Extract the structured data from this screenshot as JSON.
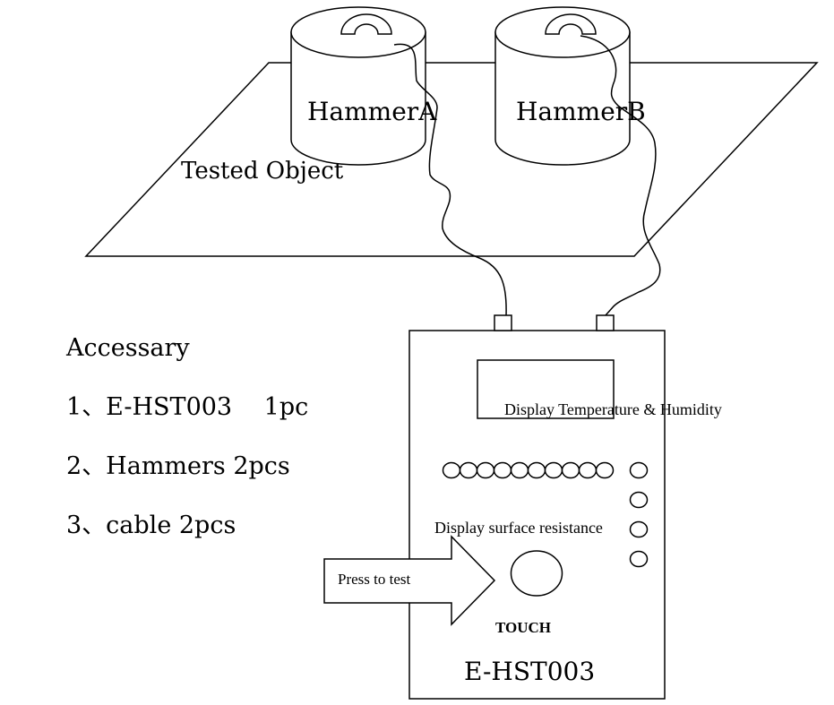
{
  "tested_object": {
    "label": "Tested Object"
  },
  "hammers": [
    {
      "label": "HammerA"
    },
    {
      "label": "HammerB"
    }
  ],
  "accessory": {
    "title": "Accessary",
    "items": [
      "1、E-HST003　 1pc",
      "2、Hammers 2pcs",
      "3、cable 2pcs"
    ]
  },
  "device": {
    "model": "E-HST003",
    "display_temp_label": "Display Temperature & Humidity",
    "display_resistance_label": "Display surface resistance",
    "touch_label": "TOUCH",
    "press_label": "Press to test"
  }
}
